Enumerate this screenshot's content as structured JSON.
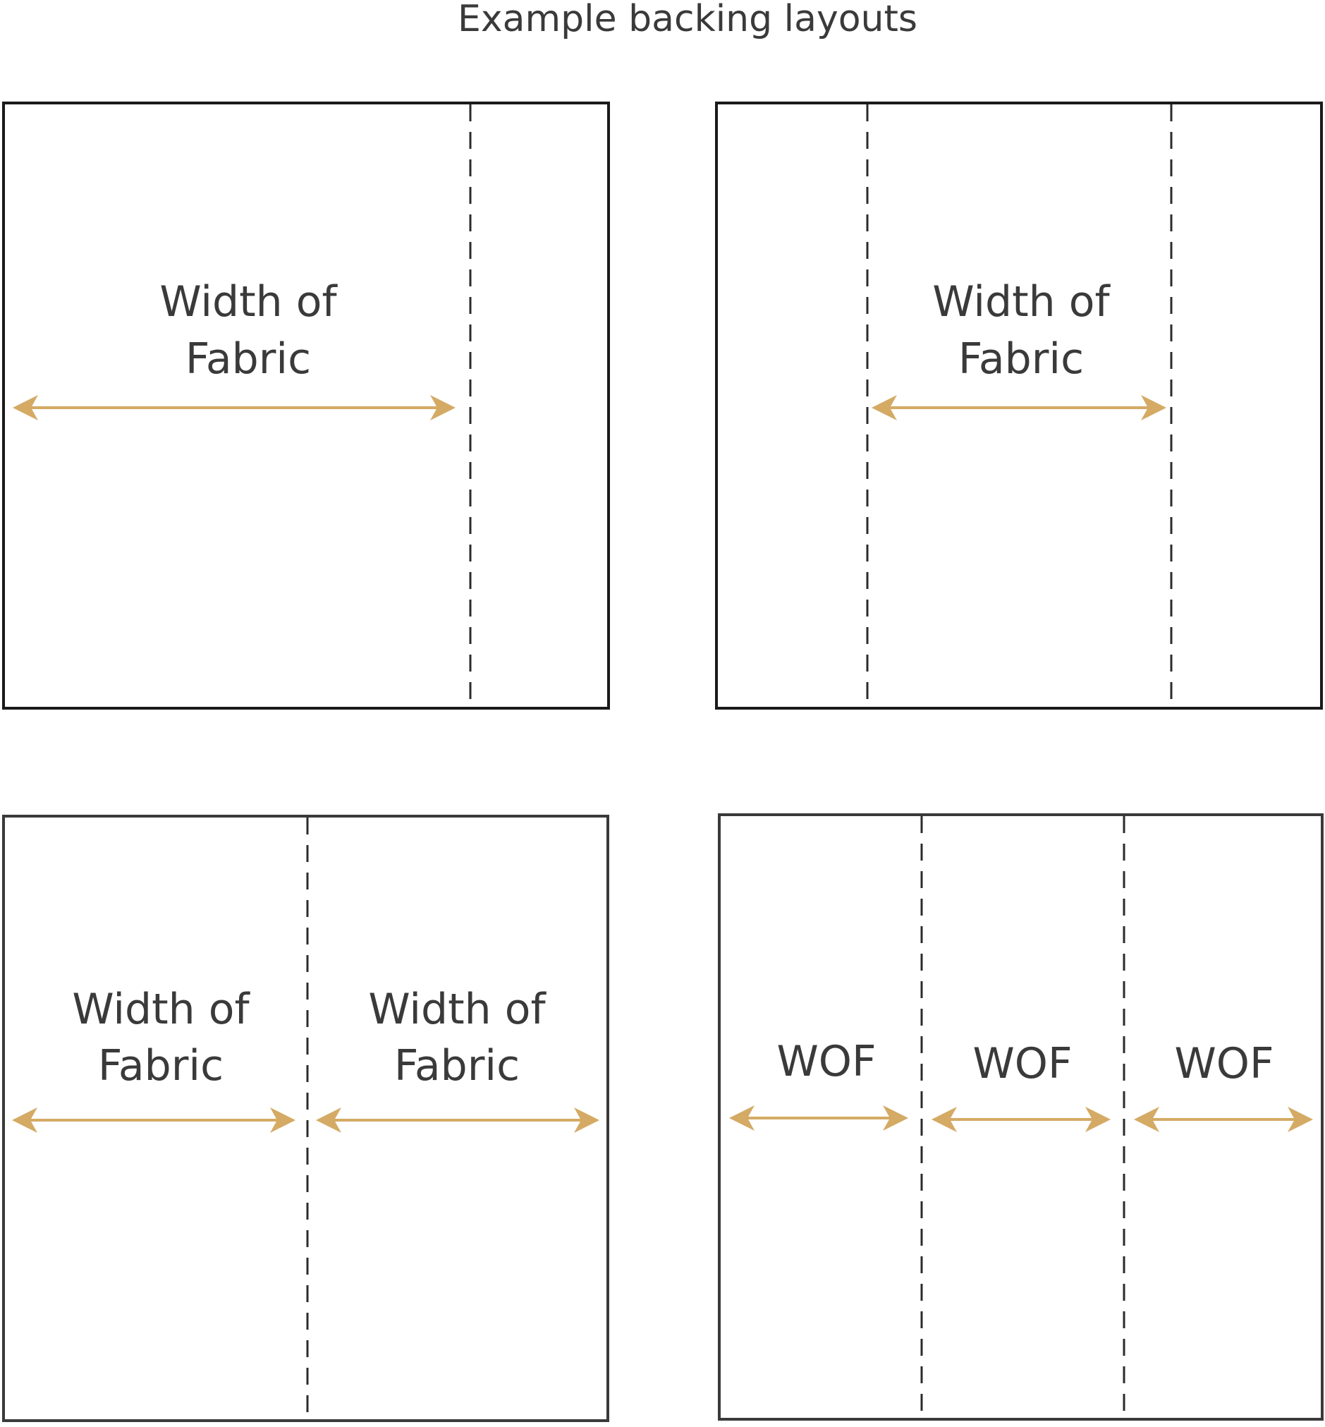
{
  "title": "Example backing layouts",
  "colors": {
    "text": "#3a3a3a",
    "frame_dark": "#1a1a1a",
    "frame_mid": "#3a3a3a",
    "seam": "#2b2b2b",
    "arrow": "#d4aa64"
  },
  "panels": [
    {
      "id": "panel-1",
      "labels": [
        {
          "line1": "Width of",
          "line2": "Fabric"
        }
      ]
    },
    {
      "id": "panel-2",
      "labels": [
        {
          "line1": "Width of",
          "line2": "Fabric"
        }
      ]
    },
    {
      "id": "panel-3",
      "labels": [
        {
          "line1": "Width of",
          "line2": "Fabric"
        },
        {
          "line1": "Width of",
          "line2": "Fabric"
        }
      ]
    },
    {
      "id": "panel-4",
      "labels": [
        {
          "line1": "WOF"
        },
        {
          "line1": "WOF"
        },
        {
          "line1": "WOF"
        }
      ]
    }
  ]
}
